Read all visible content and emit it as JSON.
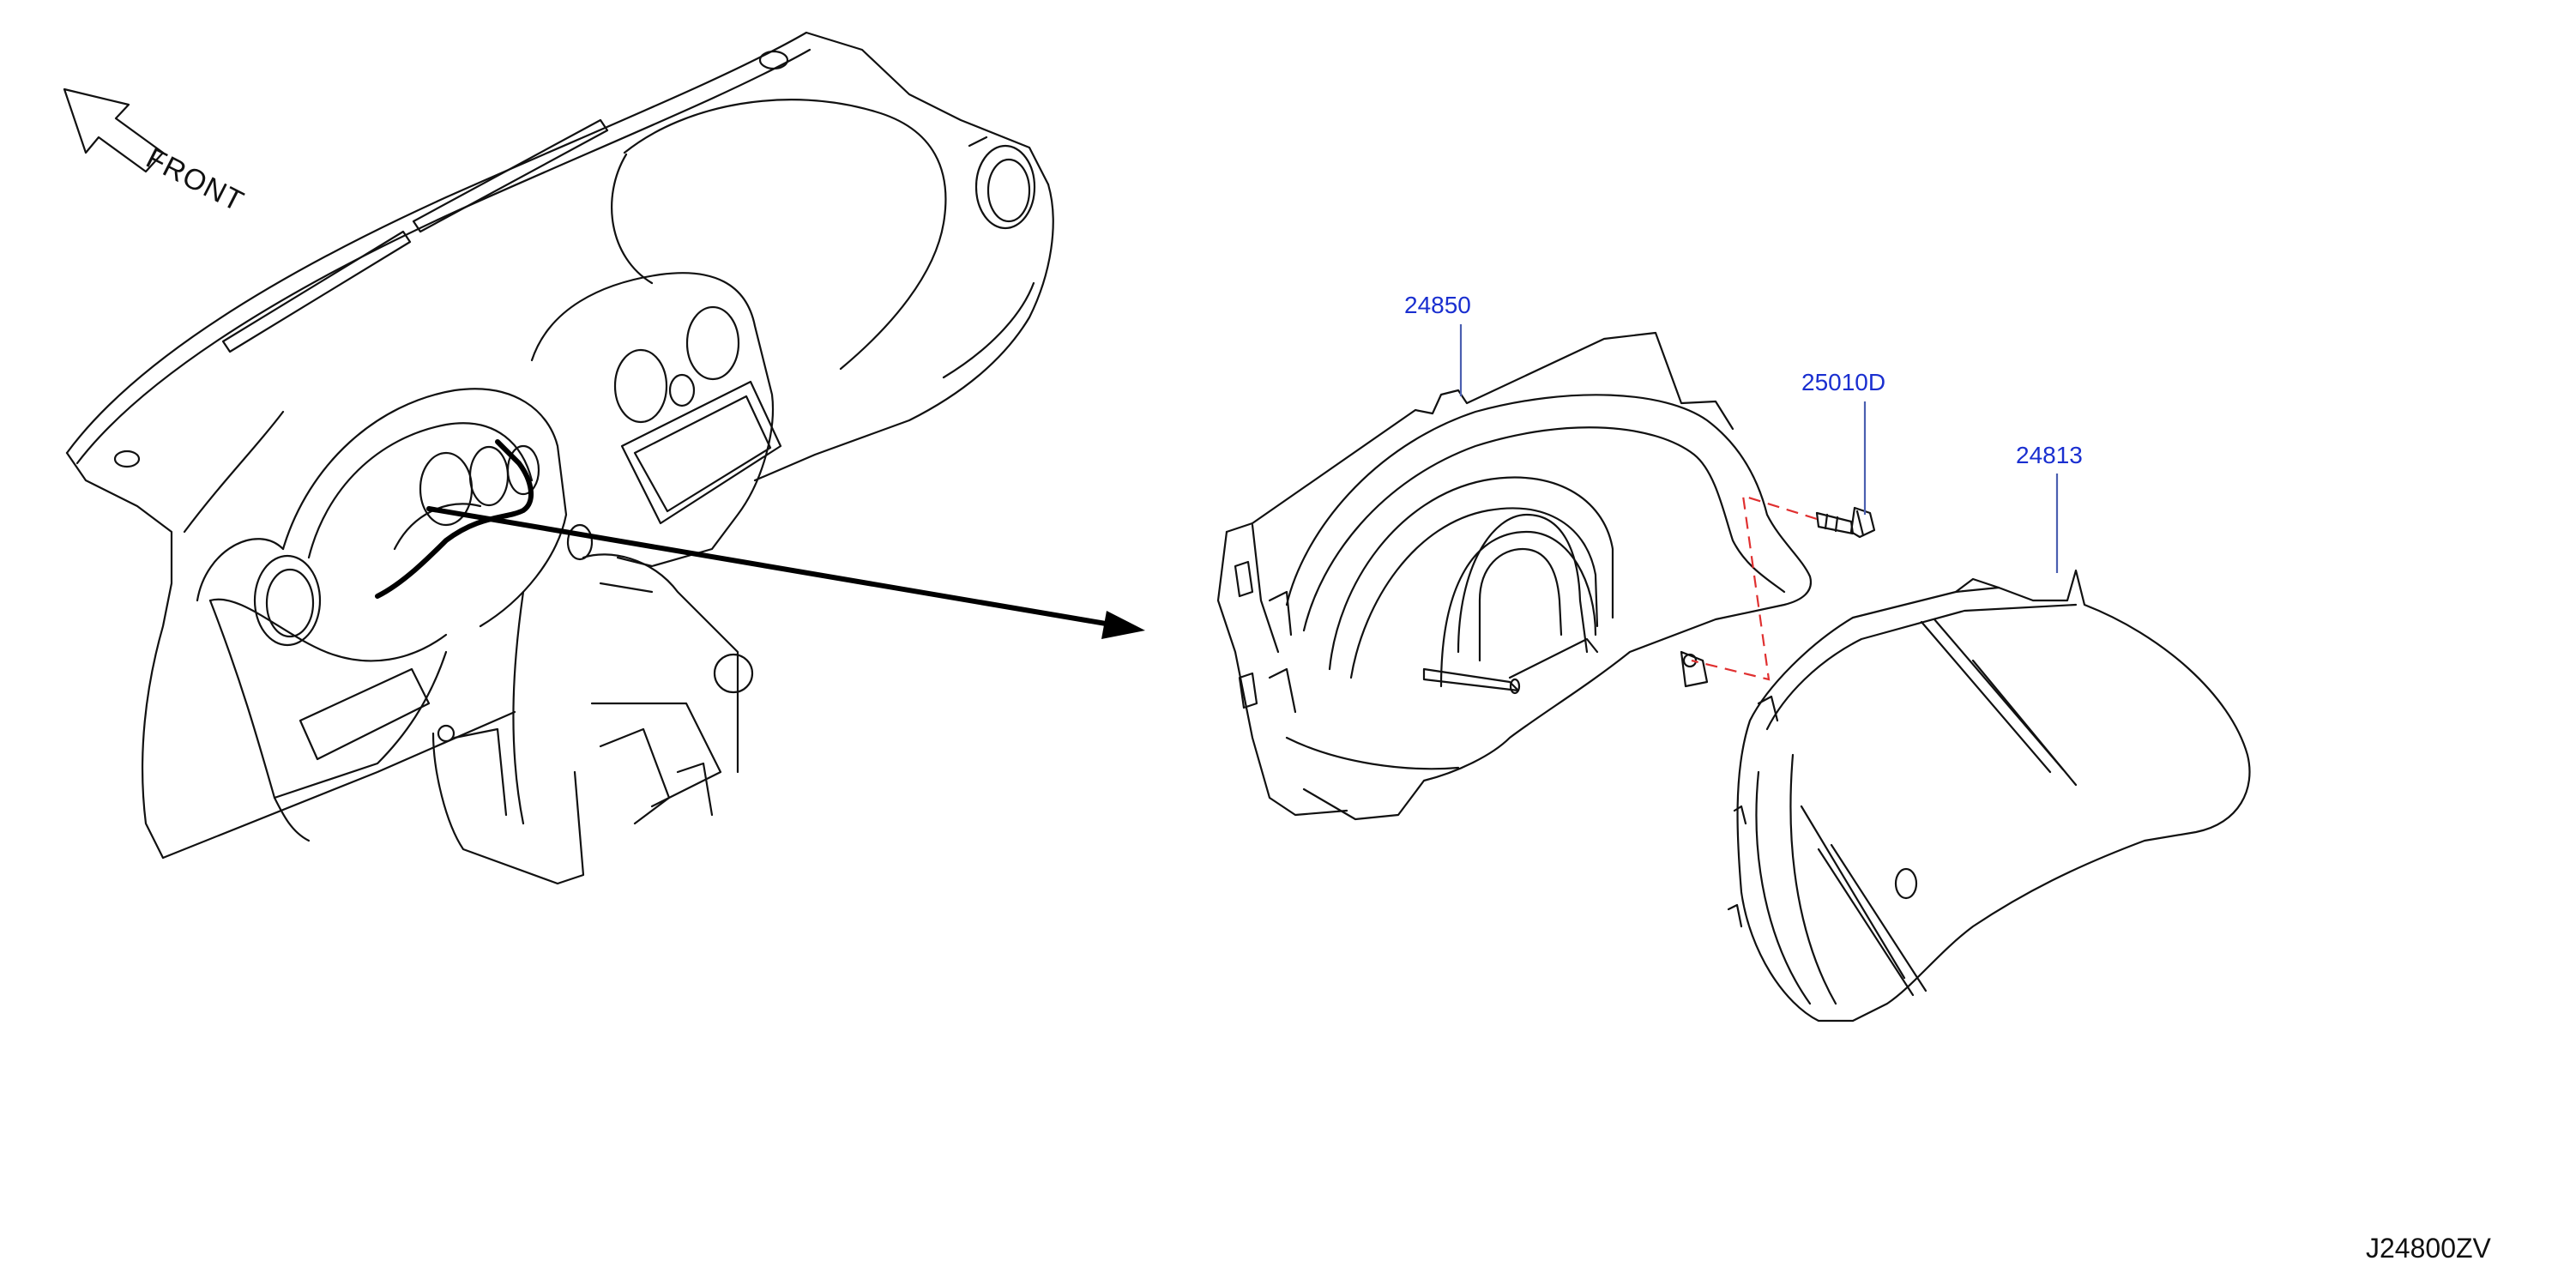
{
  "orientation": {
    "label": "FRONT",
    "icon": "front-arrow-icon"
  },
  "parts": [
    {
      "number": "24850",
      "name": "meter-housing"
    },
    {
      "number": "25010D",
      "name": "screw"
    },
    {
      "number": "24813",
      "name": "meter-cover-lens"
    }
  ],
  "diagram_code": "J24800ZV",
  "colors": {
    "part_label": "#1a2fd0",
    "leader_line": "#4a5fb0",
    "fastener_guide": "#e03030",
    "line_art": "#111111"
  }
}
